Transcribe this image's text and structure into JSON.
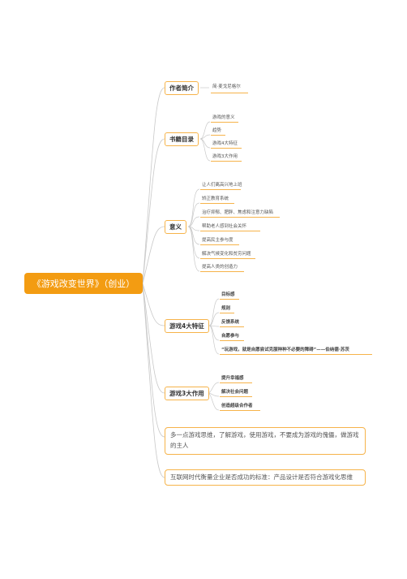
{
  "root": {
    "label": "《游戏改变世界》（创业）"
  },
  "branches": {
    "author": {
      "label": "作者简介",
      "items": [
        "简·麦戈尼格尔"
      ]
    },
    "toc": {
      "label": "书籍目录",
      "items": [
        "游戏的意义",
        "趋势",
        "游戏4大特征",
        "游戏3大作用"
      ]
    },
    "meaning": {
      "label": "意义",
      "items": [
        "让人们离高兴地上班",
        "矫正教育系统",
        "治疗抑郁、肥胖、焦虑和注意力缺陷",
        "帮助老人感到社会关怀",
        "提高民主参与度",
        "解决气候变化和贫穷问题",
        "提高人类的创造力"
      ]
    },
    "features": {
      "label": "游戏4大特征",
      "items": [
        "目标感",
        "规则",
        "反馈系统",
        "自愿参与",
        "“玩游戏，就是自愿尝试克服种种不必要的障碍”——伯纳德·苏茨"
      ]
    },
    "functions": {
      "label": "游戏3大作用",
      "items": [
        "提升幸福感",
        "解决社会问题",
        "创造超级合作者"
      ]
    }
  },
  "notes": {
    "note1": "多一点游戏思维，了解游戏，使用游戏，不要成为游戏的傀儡，做游戏的主人",
    "note2": "互联网时代衡量企业是否成功的标准：产品设计是否符合游戏化思维"
  },
  "colors": {
    "root_fill": "#f39c12",
    "branch_border": "#f6b34a",
    "connector": "#c8c8c8"
  }
}
